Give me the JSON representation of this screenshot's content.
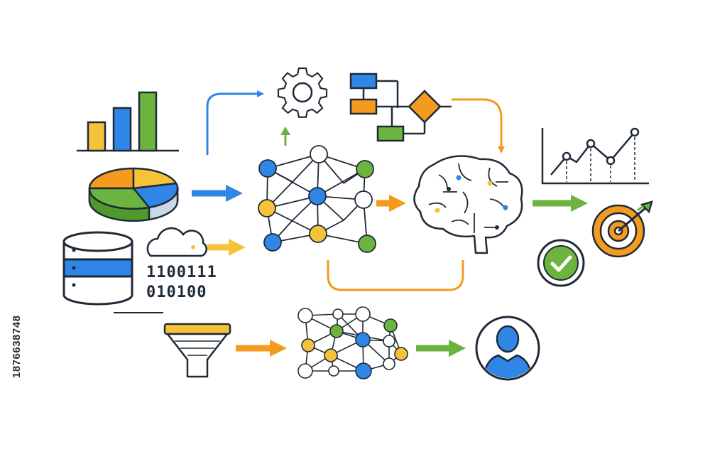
{
  "binary": {
    "line1": "1100111",
    "line2": "010100"
  },
  "stock_id": "1876638748",
  "colors": {
    "blue": "#2f86e6",
    "orange": "#f49a1e",
    "green": "#6cb43f",
    "yellow": "#f6c23a",
    "navy": "#1f2a37",
    "person_blue": "#2f86e6"
  },
  "icons": [
    "bar-chart-icon",
    "pie-chart-icon",
    "database-icon",
    "cloud-icon",
    "gear-icon",
    "flowchart-icon",
    "neural-network-icon",
    "brain-icon",
    "line-chart-icon",
    "target-icon",
    "checkmark-icon",
    "funnel-icon",
    "mesh-network-icon",
    "user-icon"
  ]
}
